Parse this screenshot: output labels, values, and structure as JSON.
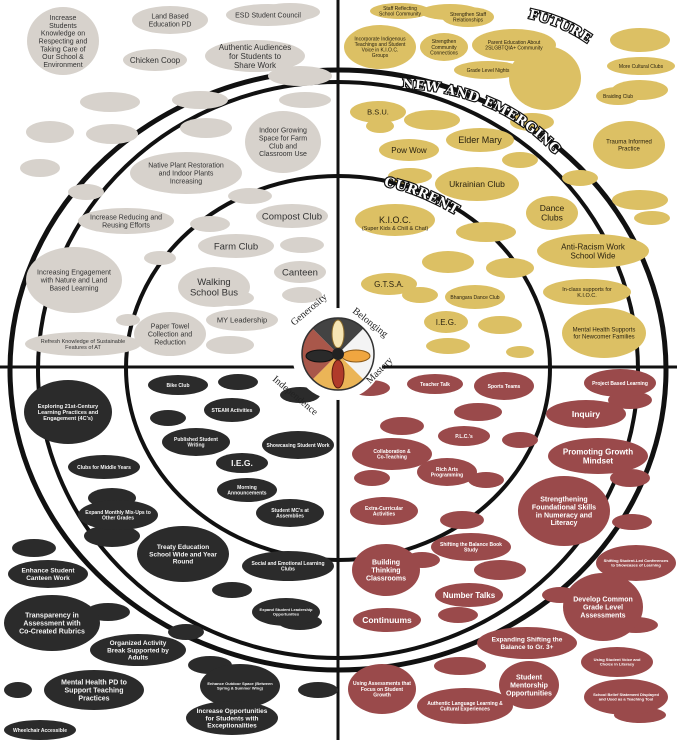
{
  "colors": {
    "background": "#ffffff",
    "quadrant_top_left": "#d7d2cc",
    "quadrant_top_right": "#dcc064",
    "quadrant_bottom_left": "#2b2b2b",
    "quadrant_bottom_right": "#9a4a4b",
    "rings": "#111111"
  },
  "arc_labels": {
    "future": "FUTURE",
    "new_emerging": "NEW AND EMERGING",
    "current": "CURRENT"
  },
  "center_wheel": {
    "words": [
      "Generosity",
      "Belonging",
      "Mastery",
      "Independence"
    ],
    "segment_colors": [
      "#f2f2f2",
      "#e8a83a",
      "#9a3a2a",
      "#222222"
    ]
  },
  "top_left": [
    {
      "text": "Increase Students Knowledge on Respecting and Taking Care of Our School & Environment"
    },
    {
      "text": "Land Based Education PD"
    },
    {
      "text": "ESD Student Council"
    },
    {
      "text": "Chicken Coop"
    },
    {
      "text": "Authentic Audiences for Students to Share Work"
    },
    {
      "text": "Indoor Growing Space for Farm Club and Classroom Use"
    },
    {
      "text": "Native Plant Restoration and Indoor Plants Increasing"
    },
    {
      "text": "Increase Reducing and Reusing Efforts"
    },
    {
      "text": "Compost Club"
    },
    {
      "text": "Farm Club"
    },
    {
      "text": "Increasing Engagement with Nature and Land Based Learning"
    },
    {
      "text": "Canteen"
    },
    {
      "text": "Walking School Bus"
    },
    {
      "text": "MY Leadership"
    },
    {
      "text": "Paper Towel Collection and Reduction"
    },
    {
      "text": "Refresh Knowledge of Sustainable Features of AT"
    }
  ],
  "top_right": [
    {
      "text": "Staff Reflecting School Community"
    },
    {
      "text": "Strengthen Staff Relationships"
    },
    {
      "text": "Incorporate Indigenous Teachings and Student Voice in K.I.O.C. Groups"
    },
    {
      "text": "Strengthen Community Connections"
    },
    {
      "text": "Parent Education About 2SLGBTQIA+ Community"
    },
    {
      "text": "Grade Level Nights"
    },
    {
      "text": "More Cultural Clubs"
    },
    {
      "text": "Braiding Club"
    },
    {
      "text": "B.S.U."
    },
    {
      "text": "Elder Mary"
    },
    {
      "text": "Pow Wow"
    },
    {
      "text": "Trauma Informed Practice"
    },
    {
      "text": "Ukrainian Club"
    },
    {
      "text": "Dance Clubs"
    },
    {
      "text": "K.I.O.C."
    },
    {
      "text": "(Super Kids & Chill & Chat)"
    },
    {
      "text": "Anti-Racism Work School Wide"
    },
    {
      "text": "G.T.S.A."
    },
    {
      "text": "Bhangara Dance Club"
    },
    {
      "text": "In-class supports for K.I.O.C."
    },
    {
      "text": "I.E.G."
    },
    {
      "text": "Mental Health Supports for Newcomer Families"
    }
  ],
  "bottom_left": [
    {
      "text": "Exploring 21st-Century Learning Practices and Engagement (4C's)"
    },
    {
      "text": "Bike Club"
    },
    {
      "text": "STEAM Activities"
    },
    {
      "text": "Clubs for Middle Years"
    },
    {
      "text": "Published Student Writing"
    },
    {
      "text": "Showcasing Student Work"
    },
    {
      "text": "I.E.G."
    },
    {
      "text": "Morning Announcements"
    },
    {
      "text": "Expand Monthly Mix-Ups to Other Grades"
    },
    {
      "text": "Student MC's at Assemblies"
    },
    {
      "text": "Treaty Education School Wide and Year Round"
    },
    {
      "text": "Social and Emotional Learning Clubs"
    },
    {
      "text": "Enhance Student Canteen Work"
    },
    {
      "text": "Transparency in Assessment with Co-Created Rubrics"
    },
    {
      "text": "Expand Student Leadership Opportunities"
    },
    {
      "text": "Organized Activity Break Supported by Adults"
    },
    {
      "text": "Mental Health PD to Support Teaching Practices"
    },
    {
      "text": "Enhance Outdoor Space (Between Spring & Summer Wing)"
    },
    {
      "text": "Increase Opportunities for Students with Exceptionalities"
    },
    {
      "text": "Wheelchair Accessible"
    }
  ],
  "bottom_right": [
    {
      "text": "Project Based Learning"
    },
    {
      "text": "Teacher Talk"
    },
    {
      "text": "Sports Teams"
    },
    {
      "text": "Inquiry"
    },
    {
      "text": "P.L.C.'s"
    },
    {
      "text": "Collaboration & Co-Teaching"
    },
    {
      "text": "Rich Arts Programming"
    },
    {
      "text": "Promoting Growth Mindset"
    },
    {
      "text": "Extra-Curricular Activities"
    },
    {
      "text": "Strengthening Foundational Skills in Numeracy and Literacy"
    },
    {
      "text": "Shifting the Balance Book Study"
    },
    {
      "text": "Building Thinking Classrooms"
    },
    {
      "text": "Shifting Student-Led Conferences to Showcases of Learning"
    },
    {
      "text": "Number Talks"
    },
    {
      "text": "Develop Common Grade Level Assessments"
    },
    {
      "text": "Continuums"
    },
    {
      "text": "Expanding Shifting the Balance to Gr. 3+"
    },
    {
      "text": "Using Student Voice and Choice in Literacy"
    },
    {
      "text": "Using Assessments that Focus on Student Growth"
    },
    {
      "text": "Authentic Language Learning & Cultural Experiences"
    },
    {
      "text": "Student Mentorship Opportunities"
    },
    {
      "text": "School Belief Statement Displayed and Used as a Teaching Tool"
    }
  ]
}
